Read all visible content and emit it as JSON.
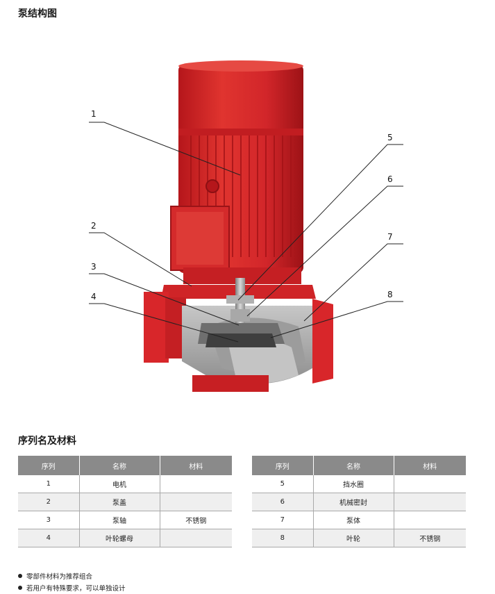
{
  "section1": {
    "title": "泵结构图"
  },
  "diagram": {
    "callouts": [
      "1",
      "2",
      "3",
      "4",
      "5",
      "6",
      "7",
      "8"
    ]
  },
  "section2": {
    "title": "序列名及材料"
  },
  "table_headers": [
    "序列",
    "名称",
    "材料"
  ],
  "table_left": [
    {
      "no": "1",
      "name": "电机",
      "material": ""
    },
    {
      "no": "2",
      "name": "泵盖",
      "material": ""
    },
    {
      "no": "3",
      "name": "泵轴",
      "material": "不锈钢"
    },
    {
      "no": "4",
      "name": "叶轮螺母",
      "material": ""
    }
  ],
  "table_right": [
    {
      "no": "5",
      "name": "挡水圈",
      "material": ""
    },
    {
      "no": "6",
      "name": "机械密封",
      "material": ""
    },
    {
      "no": "7",
      "name": "泵体",
      "material": ""
    },
    {
      "no": "8",
      "name": "叶轮",
      "material": "不锈钢"
    }
  ],
  "notes": [
    "零部件材料为推荐组合",
    "若用户有特殊要求，可以单独设计"
  ],
  "colors": {
    "pump_red": "#d8262a",
    "header_gray": "#8a8a8a",
    "row_alt": "#efefef"
  }
}
